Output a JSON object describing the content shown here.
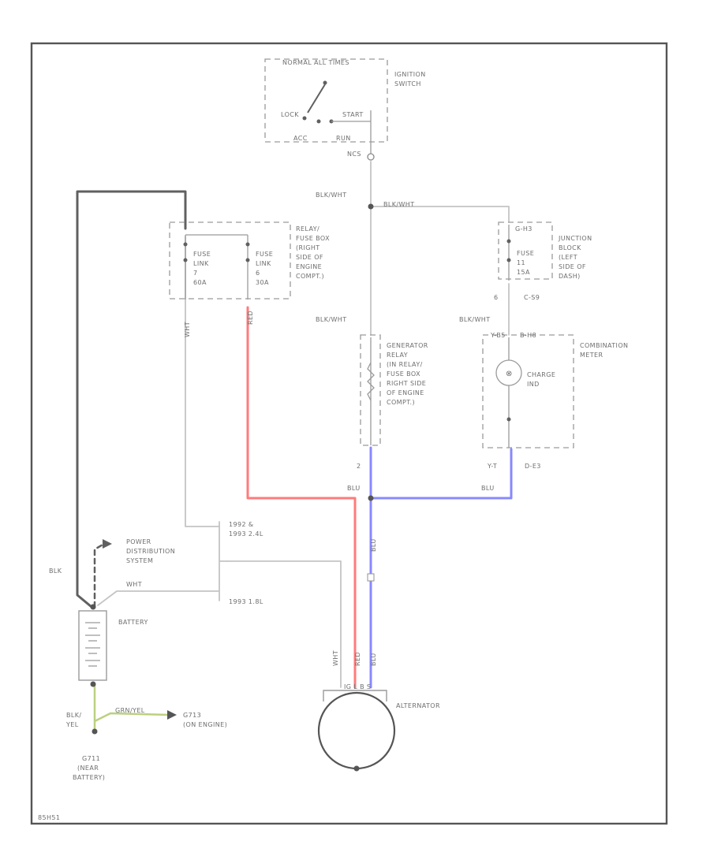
{
  "colors": {
    "frame": "#555555",
    "wire_gray": "#c4c4c4",
    "wire_dark": "#606060",
    "wire_red": "#ff7b7b",
    "wire_blue": "#8888ff",
    "wire_yellow": "#bcd080",
    "dash_box": "#9a9a9a"
  },
  "ignition_switch": {
    "title_line1": "IGNITION",
    "title_line2": "SWITCH",
    "top_label": "NORMAL ALL TIMES",
    "lock": "LOCK",
    "start": "START",
    "acc": "ACC",
    "run": "RUN",
    "ncs_terminal": "NCS"
  },
  "relay_fuse_box": {
    "title": [
      "RELAY/",
      "FUSE BOX",
      "(RIGHT",
      "SIDE OF",
      "ENGINE",
      "COMPT.)"
    ],
    "fuse1": [
      "FUSE",
      "LINK",
      "7",
      "60A"
    ],
    "fuse2": [
      "FUSE",
      "LINK",
      "6",
      "30A"
    ]
  },
  "junction_block": {
    "title": [
      "JUNCTION",
      "BLOCK",
      "(LEFT",
      "SIDE OF",
      "DASH)"
    ],
    "fuse": [
      "FUSE",
      "11",
      "15A"
    ],
    "top_terminal": "G-H3",
    "bottom_terminal": "C-S9",
    "bottom_pin": "6"
  },
  "generator_relay": {
    "title": [
      "GENERATOR",
      "RELAY",
      "(IN RELAY/",
      "FUSE BOX",
      "RIGHT SIDE",
      "OF ENGINE",
      "COMPT.)"
    ],
    "pin": "2"
  },
  "combination_meter": {
    "title": [
      "COMBINATION",
      "METER"
    ],
    "indicator": [
      "CHARGE",
      "IND"
    ],
    "top_terminal": "B-H8",
    "top_pin": "Y-B5",
    "bottom_terminal": "D-E3",
    "bottom_pin": "Y-T"
  },
  "wire_labels": {
    "blk_wht_1": "BLK/WHT",
    "blk_wht_2": "BLK/WHT",
    "blk_wht_3": "BLK/WHT",
    "blk_wht_4": "BLK/WHT",
    "blu_1": "BLU",
    "blu_2": "BLU",
    "blu_vert": "BLU",
    "red_vert": "RED",
    "wht_vert": "WHT",
    "wht_horiz": "WHT",
    "blk": "BLK",
    "blk_yel": [
      "BLK/",
      "YEL"
    ],
    "green_label": "GRN/YEL"
  },
  "power_distribution": [
    "POWER",
    "DISTRIBUTION",
    "SYSTEM"
  ],
  "variants": {
    "v1": [
      "1992 &",
      "1993 2.4L"
    ],
    "v2": "1993 1.8L"
  },
  "battery": {
    "label": "BATTERY"
  },
  "alternator": {
    "label": "ALTERNATOR",
    "pins": "IG  L  B  S",
    "pin_wht": "WHT",
    "pin_red": "RED",
    "pin_blu": "BLU"
  },
  "grounds": {
    "g11": [
      "G711",
      "(NEAR",
      "BATTERY)"
    ],
    "g13": [
      "G713",
      "(ON ENGINE)"
    ]
  },
  "footer_code": "85H51"
}
